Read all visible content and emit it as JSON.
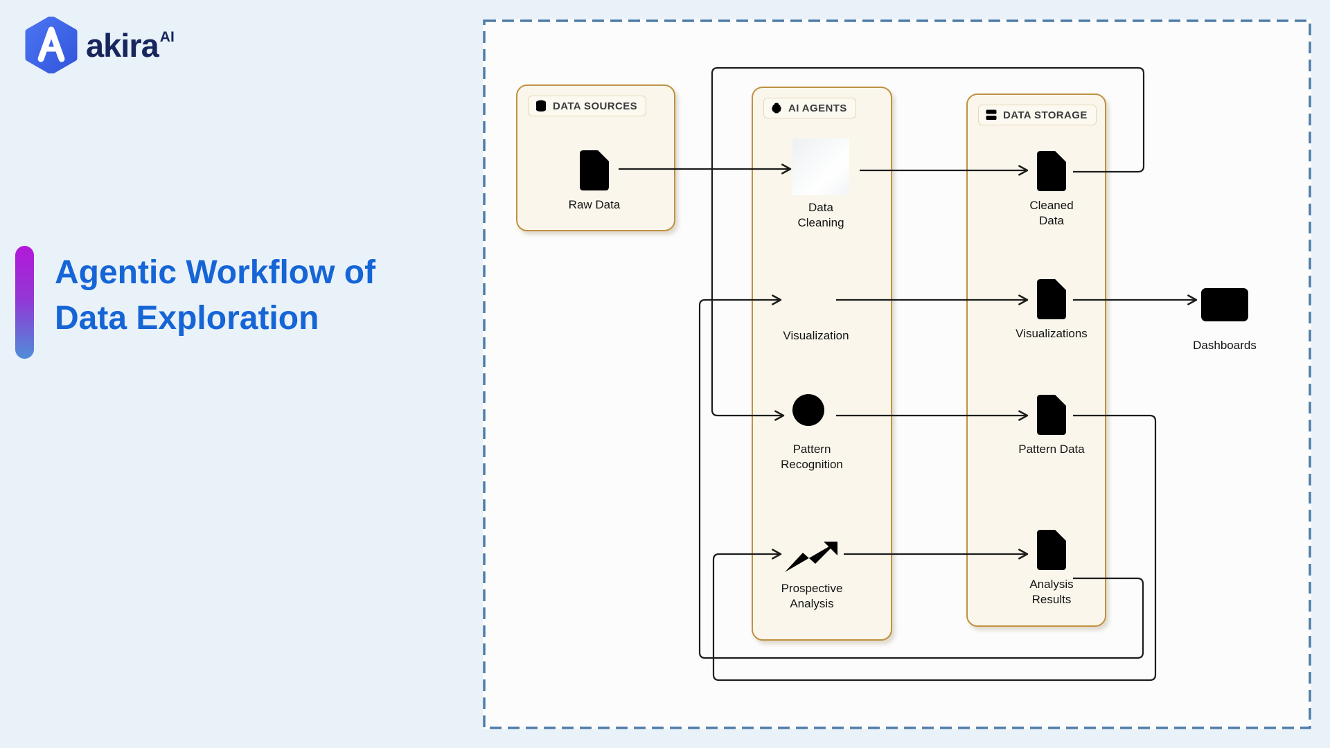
{
  "logo": {
    "brand": "akira",
    "superscript": "AI",
    "icon": "hexagon-a-logo",
    "hex_color": "#3f63e8",
    "text_color": "#17265c"
  },
  "title": {
    "text": "Agentic Workflow of\nData Exploration",
    "accent_color": "#1565d6",
    "bar_gradient_top": "#b318d8",
    "bar_gradient_bottom": "#4e8ed9"
  },
  "diagram": {
    "frame_border_color": "#4e7ca9",
    "group_fill": "#faf6eb",
    "group_border": "#bf9140",
    "groups": [
      {
        "id": "sources",
        "label": "DATA SOURCES",
        "icon": "database-icon"
      },
      {
        "id": "agents",
        "label": "AI AGENTS",
        "icon": "brain-icon"
      },
      {
        "id": "storage",
        "label": "DATA STORAGE",
        "icon": "server-icon"
      }
    ],
    "nodes": {
      "raw_data": {
        "label": "Raw Data",
        "icon": "document-icon"
      },
      "data_cleaning": {
        "label": "Data\nCleaning",
        "icon": "blank-square"
      },
      "visualization": {
        "label": "Visualization",
        "icon": "bar-lines-icon"
      },
      "pattern_recognition": {
        "label": "Pattern\nRecognition",
        "icon": "magnifier-icon"
      },
      "prospective_analysis": {
        "label": "Prospective\nAnalysis",
        "icon": "trend-up-icon"
      },
      "cleaned_data": {
        "label": "Cleaned\nData",
        "icon": "document-icon"
      },
      "visualizations": {
        "label": "Visualizations",
        "icon": "document-icon"
      },
      "pattern_data": {
        "label": "Pattern Data",
        "icon": "document-icon"
      },
      "analysis_results": {
        "label": "Analysis\nResults",
        "icon": "document-icon"
      },
      "dashboards": {
        "label": "Dashboards",
        "icon": "monitor-icon"
      }
    },
    "edges": [
      {
        "from": "Raw Data",
        "to": "Data Cleaning"
      },
      {
        "from": "Data Cleaning",
        "to": "Cleaned Data"
      },
      {
        "from": "Cleaned Data",
        "to": "Pattern Recognition"
      },
      {
        "from": "Visualization",
        "to": "Visualizations"
      },
      {
        "from": "Visualizations",
        "to": "Dashboards"
      },
      {
        "from": "Pattern Recognition",
        "to": "Pattern Data"
      },
      {
        "from": "Pattern Data",
        "to": "Prospective Analysis"
      },
      {
        "from": "Prospective Analysis",
        "to": "Analysis Results"
      },
      {
        "from": "Analysis Results",
        "to": "Visualization"
      }
    ]
  }
}
